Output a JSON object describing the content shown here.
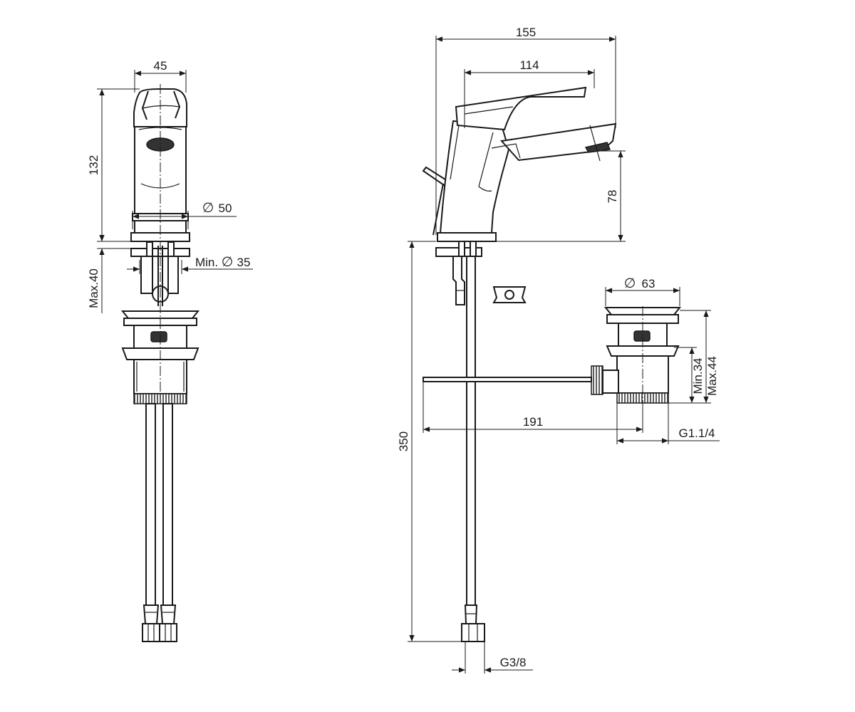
{
  "front_view": {
    "dim_width": "45",
    "dim_height": "132",
    "dim_base_diameter": "50",
    "dim_hole_diameter": "Min.",
    "dim_hole_diameter_value": "35",
    "dim_deck_thickness": "Max.40",
    "diameter_symbol": "∅"
  },
  "side_view": {
    "dim_overall_length": "155",
    "dim_spout_reach": "114",
    "dim_spout_height": "78",
    "dim_hose_length": "350",
    "dim_connection_thread": "G3/8"
  },
  "waste_view": {
    "dim_plug_diameter": "63",
    "dim_min_height": "Min.34",
    "dim_max_height": "Max.44",
    "dim_rod_length": "191",
    "dim_waste_thread": "G1.1/4"
  }
}
